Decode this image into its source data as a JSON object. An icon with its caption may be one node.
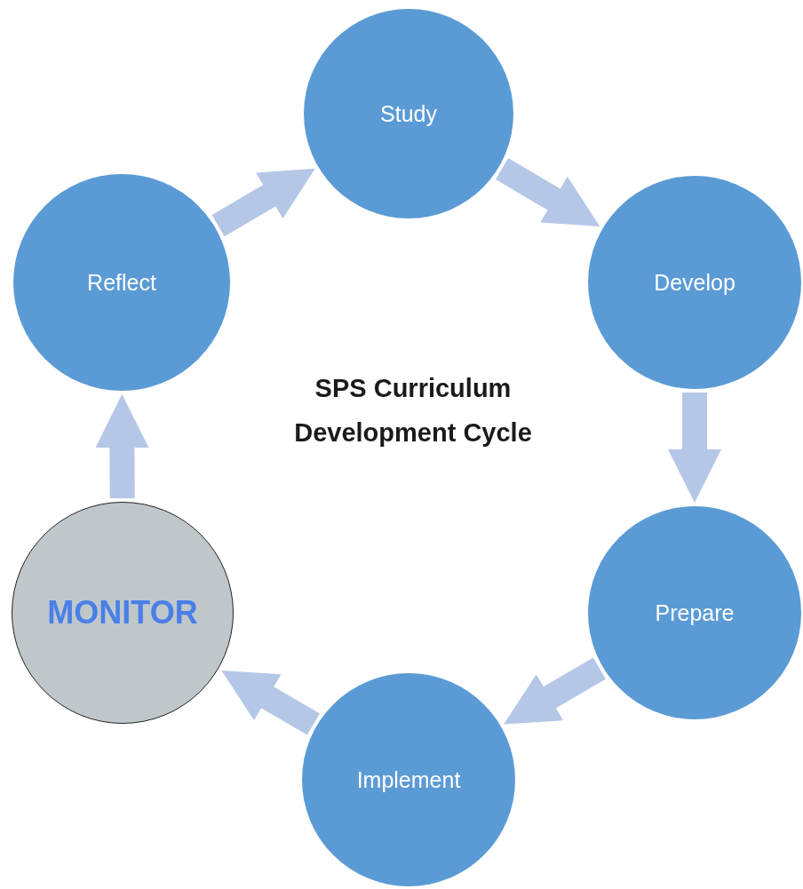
{
  "diagram": {
    "title": "SPS Curriculum Development Cycle",
    "nodes": [
      {
        "text": [
          "Study"
        ]
      },
      {
        "text": [
          "Develop"
        ]
      },
      {
        "text": [
          "Prepare"
        ]
      },
      {
        "text": [
          "Implement"
        ]
      },
      {
        "text": [
          "MONITOR"
        ]
      },
      {
        "text": [
          "Reflect"
        ]
      }
    ],
    "edges": [
      {
        "from": 0,
        "to": 1,
        "arrow": "to"
      },
      {
        "from": 1,
        "to": 2,
        "arrow": "to"
      },
      {
        "from": 2,
        "to": 3,
        "arrow": "to"
      },
      {
        "from": 3,
        "to": 4,
        "arrow": "to"
      },
      {
        "from": 4,
        "to": 5,
        "arrow": "to"
      },
      {
        "from": 5,
        "to": 0,
        "arrow": "to"
      }
    ]
  }
}
